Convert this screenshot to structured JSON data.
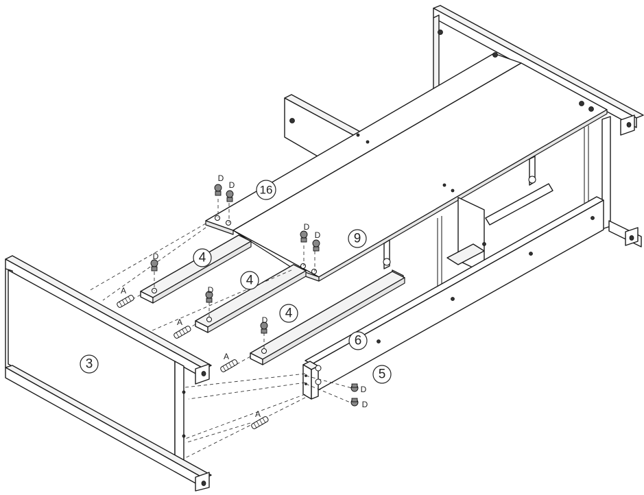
{
  "diagram": {
    "part_labels": {
      "p3": "3",
      "p16": "16",
      "p9": "9",
      "p4a": "4",
      "p4b": "4",
      "p4c": "4",
      "p6": "6",
      "p5": "5"
    },
    "hardware_labels": {
      "d1": "D",
      "d2": "D",
      "d3": "D",
      "d4": "D",
      "d5": "D",
      "d6": "D",
      "d7": "D",
      "d8": "D",
      "d9": "D",
      "a1": "A",
      "a2": "A",
      "a3": "A",
      "a4": "A"
    }
  }
}
